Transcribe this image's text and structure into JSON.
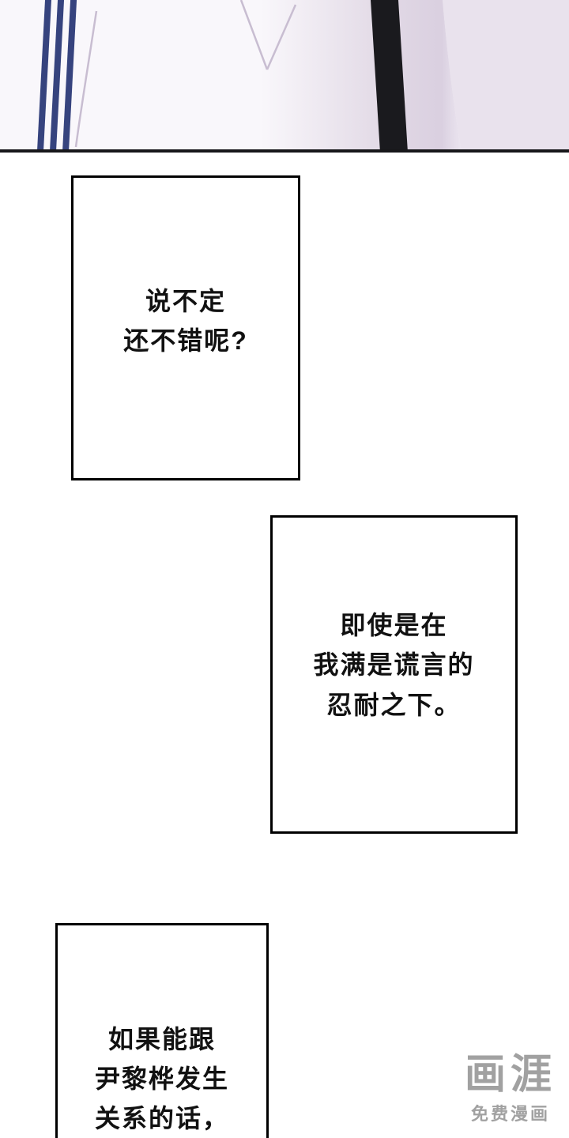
{
  "page": {
    "background": "#ffffff"
  },
  "illustration": {
    "background": "#e9e2ed",
    "shirt": "#f9f7fb",
    "shirt_shadow": "#ddd3e1",
    "stripe": "#36437e",
    "strap": "#1a1a1e",
    "panel_line": "#17171a",
    "fold_line": "#c8bdd1"
  },
  "captions": [
    {
      "lines": [
        "说不定",
        "还不错呢?"
      ]
    },
    {
      "lines": [
        "即使是在",
        "我满是谎言的",
        "忍耐之下。"
      ]
    },
    {
      "lines": [
        "如果能跟",
        "尹黎桦发生",
        "关系的话，"
      ]
    }
  ],
  "watermark": {
    "logo": "画涯",
    "subtitle": "免费漫画",
    "color": "#9c9c9c"
  }
}
